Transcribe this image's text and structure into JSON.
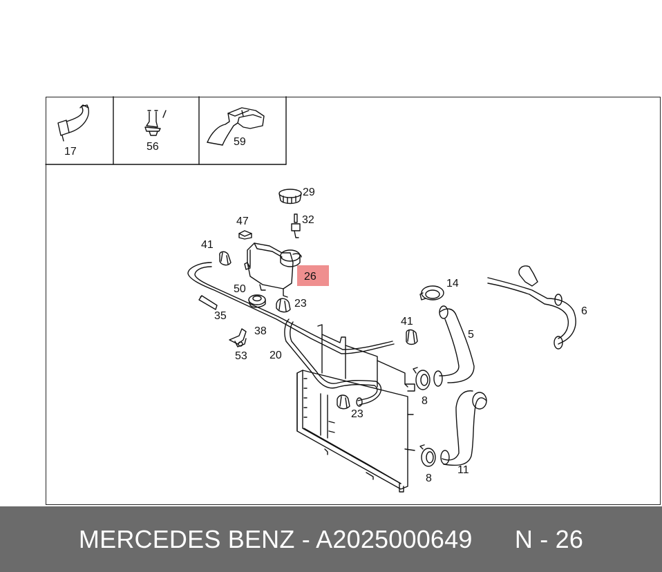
{
  "diagram": {
    "inset_labels": {
      "part_17": "17",
      "part_56": "56",
      "part_59": "59"
    },
    "callouts": {
      "part_29": "29",
      "part_47": "47",
      "part_32": "32",
      "part_41_top": "41",
      "part_26": "26",
      "part_50": "50",
      "part_23_top": "23",
      "part_14": "14",
      "part_6": "6",
      "part_35": "35",
      "part_38": "38",
      "part_41_right": "41",
      "part_5": "5",
      "part_53": "53",
      "part_20": "20",
      "part_8_top": "8",
      "part_23_bottom": "23",
      "part_11": "11",
      "part_8_bottom": "8"
    },
    "highlight_color": "#ef8f8f"
  },
  "footer": {
    "brand_part": "MERCEDES BENZ - A2025000649",
    "position_label": "N - 26",
    "background": "#6b6b6b"
  }
}
